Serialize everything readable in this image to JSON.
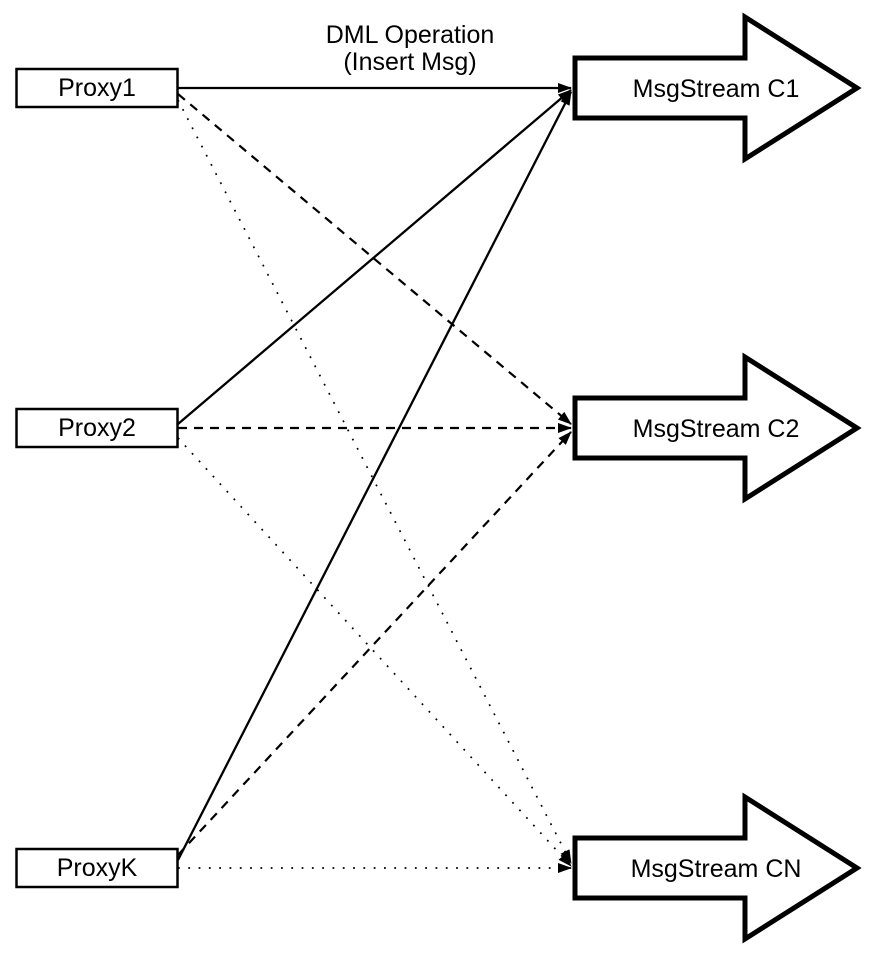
{
  "diagram": {
    "title": {
      "line1": "DML Operation",
      "line2": "(Insert Msg)"
    },
    "proxies": [
      {
        "label": "Proxy1"
      },
      {
        "label": "Proxy2"
      },
      {
        "label": "ProxyK"
      }
    ],
    "streams": [
      {
        "label": "MsgStream C1"
      },
      {
        "label": "MsgStream C2"
      },
      {
        "label": "MsgStream CN"
      }
    ],
    "connections": [
      {
        "from": "Proxy1",
        "to": "MsgStream C1",
        "style": "solid"
      },
      {
        "from": "Proxy2",
        "to": "MsgStream C1",
        "style": "solid"
      },
      {
        "from": "ProxyK",
        "to": "MsgStream C1",
        "style": "solid"
      },
      {
        "from": "Proxy1",
        "to": "MsgStream C2",
        "style": "dashed"
      },
      {
        "from": "Proxy2",
        "to": "MsgStream C2",
        "style": "dashed"
      },
      {
        "from": "ProxyK",
        "to": "MsgStream C2",
        "style": "dashed"
      },
      {
        "from": "Proxy1",
        "to": "MsgStream CN",
        "style": "dotted"
      },
      {
        "from": "Proxy2",
        "to": "MsgStream CN",
        "style": "dotted"
      },
      {
        "from": "ProxyK",
        "to": "MsgStream CN",
        "style": "dotted"
      }
    ],
    "colors": {
      "line": "#000000",
      "shape_fill": "#ffffff",
      "background": "#ffffff"
    }
  }
}
